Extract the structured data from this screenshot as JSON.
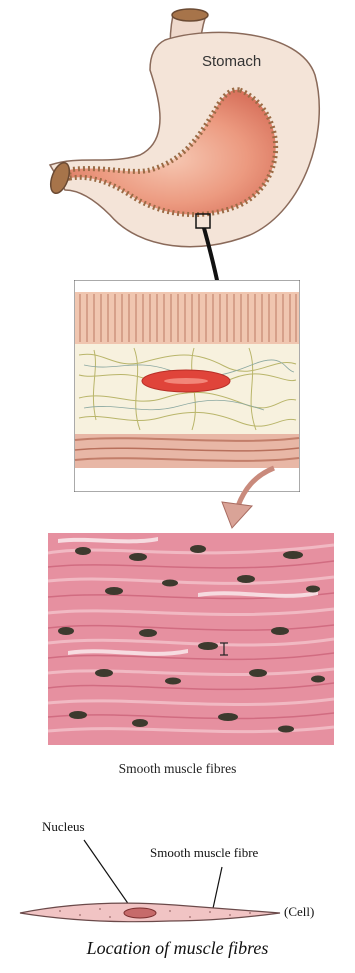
{
  "stomach": {
    "label": "Stomach"
  },
  "tissue": {
    "caption": "Smooth muscle fibres"
  },
  "cell_diagram": {
    "nucleus_label": "Nucleus",
    "fibre_label": "Smooth muscle fibre",
    "cell_label": "(Cell)"
  },
  "figure": {
    "title": "Location of muscle fibres"
  },
  "colors": {
    "stomach_outer": "#f4e4d8",
    "stomach_inner": "#e98a73",
    "tissue_pink": "#e79aa6",
    "nucleus": "#3a3a30",
    "arrow": "#111111",
    "curved_arrow": "#c98a7c"
  }
}
